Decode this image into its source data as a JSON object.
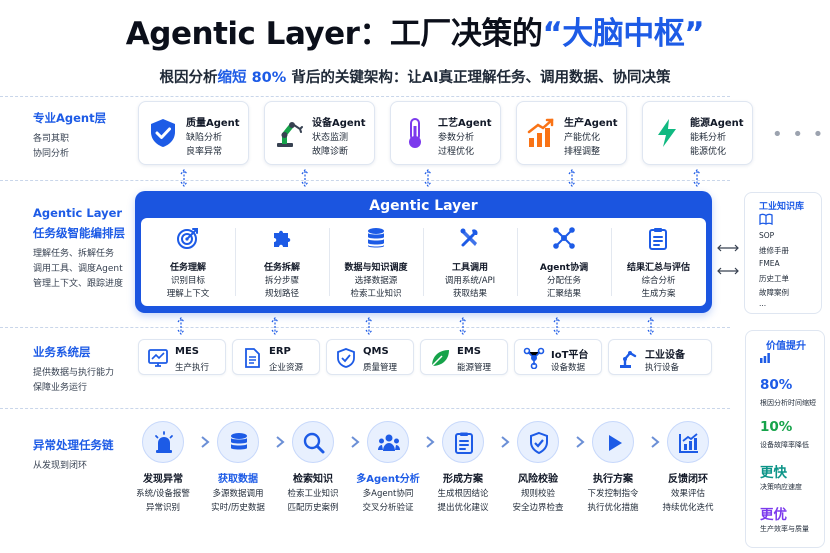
{
  "header": {
    "title_main": "Agentic Layer：工厂决策的",
    "title_highlight": "“大脑中枢”",
    "subtitle_pre": "根因分析",
    "subtitle_highlight": "缩短 80%",
    "subtitle_post": " 背后的关键架构：让AI真正理解任务、调用数据、协同决策"
  },
  "layers": [
    {
      "title": "专业Agent层",
      "lines": [
        "各司其职",
        "协同分析"
      ]
    },
    {
      "title": "Agentic Layer",
      "title2": "任务级智能编排层",
      "lines": [
        "理解任务、拆解任务",
        "调用工具、调度Agent",
        "管理上下文、跟踪进度"
      ]
    },
    {
      "title": "业务系统层",
      "lines": [
        "提供数据与执行能力",
        "保障业务运行"
      ]
    },
    {
      "title": "异常处理任务链",
      "lines": [
        "从发现到闭环"
      ]
    }
  ],
  "agents": [
    {
      "name": "质量Agent",
      "lines": [
        "缺陷分析",
        "良率异常"
      ],
      "icon": "shield-check-icon"
    },
    {
      "name": "设备Agent",
      "lines": [
        "状态监测",
        "故障诊断"
      ],
      "icon": "robot-arm-icon"
    },
    {
      "name": "工艺Agent",
      "lines": [
        "参数分析",
        "过程优化"
      ],
      "icon": "thermometer-icon"
    },
    {
      "name": "生产Agent",
      "lines": [
        "产能优化",
        "排程调整"
      ],
      "icon": "growth-chart-icon"
    },
    {
      "name": "能源Agent",
      "lines": [
        "能耗分析",
        "能源优化"
      ],
      "icon": "lightning-icon"
    }
  ],
  "more": "• • •",
  "core": {
    "title": "Agentic Layer",
    "columns": [
      {
        "title": "任务理解",
        "lines": [
          "识别目标",
          "理解上下文"
        ],
        "icon": "target-icon"
      },
      {
        "title": "任务拆解",
        "lines": [
          "拆分步骤",
          "规划路径"
        ],
        "icon": "puzzle-icon"
      },
      {
        "title": "数据与知识调度",
        "lines": [
          "选择数据源",
          "检索工业知识"
        ],
        "icon": "database-icon"
      },
      {
        "title": "工具调用",
        "lines": [
          "调用系统/API",
          "获取结果"
        ],
        "icon": "tools-icon"
      },
      {
        "title": "Agent协调",
        "lines": [
          "分配任务",
          "汇聚结果"
        ],
        "icon": "network-icon"
      },
      {
        "title": "结果汇总与评估",
        "lines": [
          "综合分析",
          "生成方案"
        ],
        "icon": "clipboard-icon"
      }
    ]
  },
  "knowledge_base": {
    "title": "工业知识库",
    "items": [
      "SOP",
      "维修手册",
      "FMEA",
      "历史工单",
      "故障案例",
      "..."
    ]
  },
  "business": [
    {
      "name": "MES",
      "label": "生产执行",
      "icon": "monitor-icon"
    },
    {
      "name": "ERP",
      "label": "企业资源",
      "icon": "document-icon"
    },
    {
      "name": "QMS",
      "label": "质量管理",
      "icon": "shield-icon"
    },
    {
      "name": "EMS",
      "label": "能源管理",
      "icon": "leaf-icon"
    },
    {
      "name": "IoT平台",
      "label": "设备数据",
      "icon": "iot-icon"
    },
    {
      "name": "工业设备",
      "label": "执行设备",
      "icon": "robot-arm-icon"
    }
  ],
  "value": {
    "title": "价值提升",
    "items": [
      {
        "value": "80%",
        "label": "根因分析时间缩短",
        "color": "#1d5be6"
      },
      {
        "value": "10%",
        "label": "设备故障率降低",
        "color": "#16a34a"
      },
      {
        "value": "更快",
        "label": "决策响应速度",
        "color": "#0d9488"
      },
      {
        "value": "更优",
        "label": "生产效率与质量",
        "color": "#7c3aed"
      }
    ]
  },
  "chain": [
    {
      "title": "发现异常",
      "lines": [
        "系统/设备报警",
        "异常识别"
      ],
      "icon": "alarm-icon",
      "highlight": false
    },
    {
      "title": "获取数据",
      "lines": [
        "多源数据调用",
        "实时/历史数据"
      ],
      "icon": "database-icon",
      "highlight": true
    },
    {
      "title": "检索知识",
      "lines": [
        "检索工业知识",
        "匹配历史案例"
      ],
      "icon": "search-icon",
      "highlight": false
    },
    {
      "title": "多Agent分析",
      "lines": [
        "多Agent协同",
        "交叉分析验证"
      ],
      "icon": "team-icon",
      "highlight": true
    },
    {
      "title": "形成方案",
      "lines": [
        "生成根因结论",
        "提出优化建议"
      ],
      "icon": "checklist-icon",
      "highlight": false
    },
    {
      "title": "风险校验",
      "lines": [
        "规则校验",
        "安全边界检查"
      ],
      "icon": "shield-check-icon",
      "highlight": false
    },
    {
      "title": "执行方案",
      "lines": [
        "下发控制指令",
        "执行优化措施"
      ],
      "icon": "play-icon",
      "highlight": false
    },
    {
      "title": "反馈闭环",
      "lines": [
        "效果评估",
        "持续优化迭代"
      ],
      "icon": "chart-icon",
      "highlight": false
    }
  ],
  "colors": {
    "brand": "#1d5be6",
    "core_bg": "#1b55e0",
    "icon_bg": "#e8f0fe"
  }
}
